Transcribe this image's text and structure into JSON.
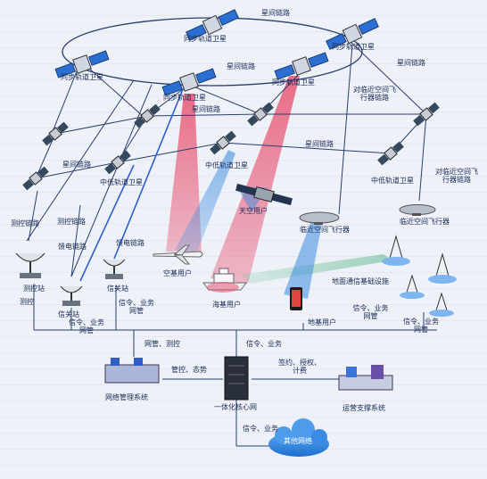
{
  "satellites": {
    "geo": "同步轨道卫星",
    "mid": "中低轨道卫星"
  },
  "links": {
    "inter_sat": "星间链路",
    "near_space_link": "对临近空间飞行器链路",
    "ttc_link": "测控链路",
    "feeder_link": "馈电链路"
  },
  "users": {
    "space": "天空用户",
    "air": "空基用户",
    "sea": "海基用户",
    "ground": "地基用户"
  },
  "near_space": "临近空间飞行器",
  "ground": {
    "ttc_station": "测控站",
    "gateway": "信关站",
    "terrestrial": "地面通信基础设施"
  },
  "flows": {
    "ttc": "测控",
    "signal_service": "信令、业务",
    "network_mgmt": "网管",
    "mgmt_ttc": "网管、测控",
    "control_situation": "管控、态势",
    "billing": "签约、授权、计费"
  },
  "systems": {
    "nms": "网络管理系统",
    "core": "一体化核心网",
    "ops": "运营支撑系统",
    "other": "其他网络"
  }
}
